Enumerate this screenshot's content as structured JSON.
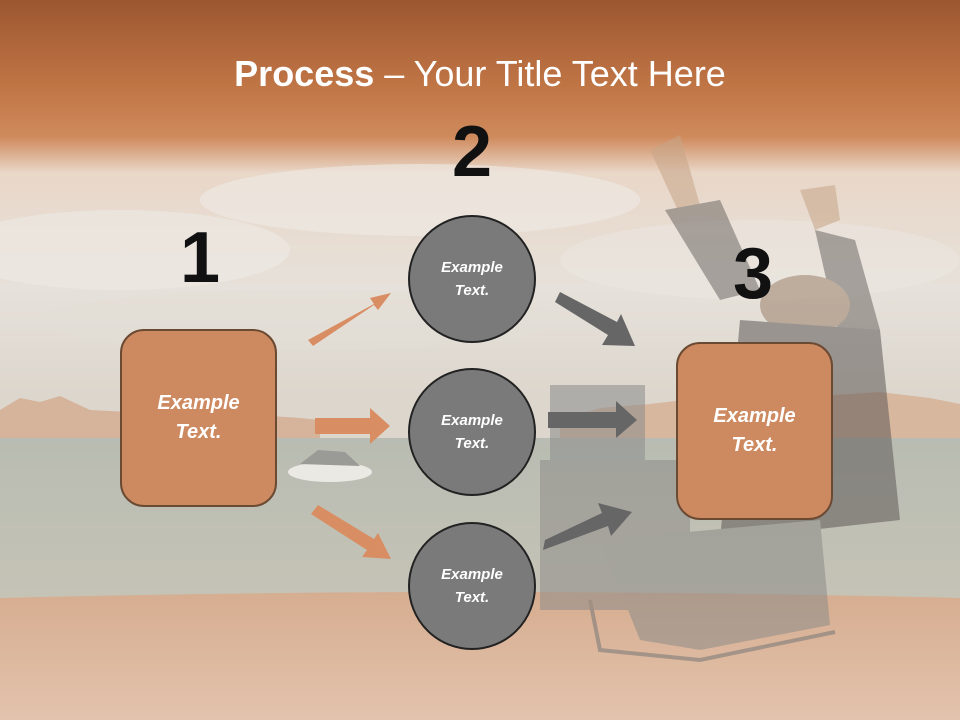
{
  "title": {
    "strong": "Process",
    "rest": " – Your Title Text Here"
  },
  "steps": {
    "one": {
      "number": "1",
      "label": "Example\nText."
    },
    "two": {
      "number": "2",
      "items": [
        {
          "label": "Example\nText."
        },
        {
          "label": "Example\nText."
        },
        {
          "label": "Example\nText."
        }
      ]
    },
    "three": {
      "number": "3",
      "label": "Example\nText."
    }
  },
  "colors": {
    "header": "#b8693c",
    "box_fill": "#cd8a60",
    "circle_fill": "#7a7a7a",
    "arrow_orange": "#d98d63",
    "arrow_gray": "#666666"
  }
}
